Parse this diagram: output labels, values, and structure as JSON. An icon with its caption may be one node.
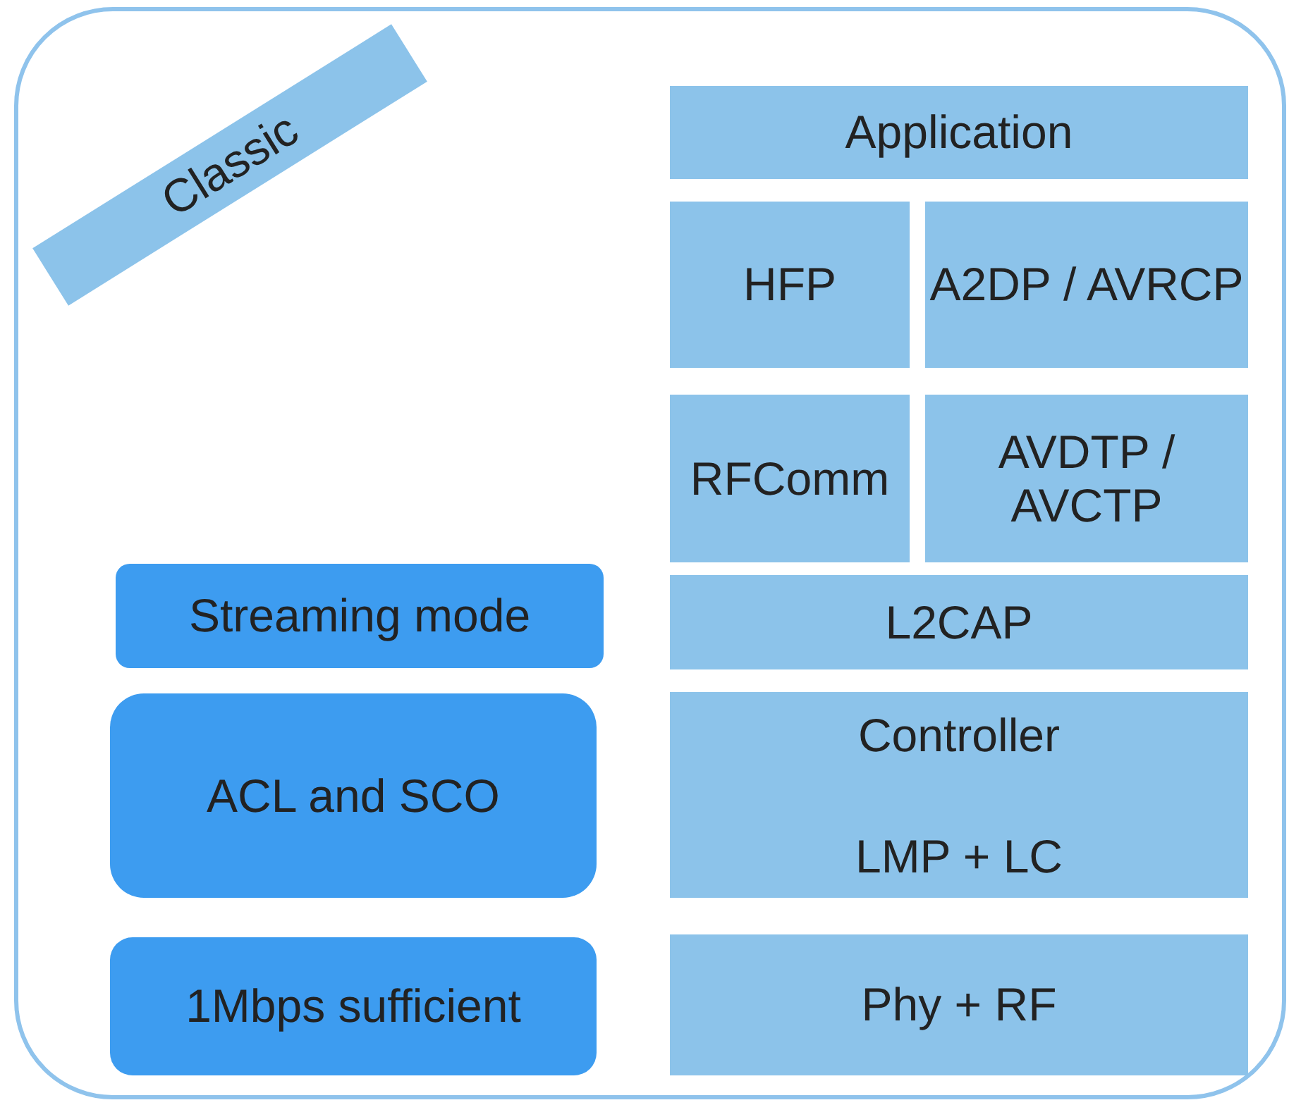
{
  "diagram": {
    "nodes": [
      {
        "text": [],
        "shape": "box"
      },
      {
        "text": [
          "Classic"
        ],
        "in": 0
      },
      {
        "text": [
          "Application"
        ],
        "in": 0
      },
      {
        "text": [
          "HFP"
        ],
        "in": 0
      },
      {
        "text": [
          "A2DP / AVRCP"
        ],
        "in": 0
      },
      {
        "text": [
          "RFComm"
        ],
        "in": 0
      },
      {
        "text": [
          "AVDTP / AVCTP"
        ],
        "in": 0
      },
      {
        "text": [
          "Streaming mode"
        ],
        "in": 0
      },
      {
        "text": [
          "L2CAP"
        ],
        "in": 0
      },
      {
        "text": [
          "ACL and SCO"
        ],
        "in": 0
      },
      {
        "text": [
          "Controller",
          "LMP + LC"
        ],
        "in": 0
      },
      {
        "text": [
          "1Mbps sufficient"
        ],
        "in": 0
      },
      {
        "text": [
          "Phy + RF"
        ],
        "in": 0
      }
    ]
  }
}
